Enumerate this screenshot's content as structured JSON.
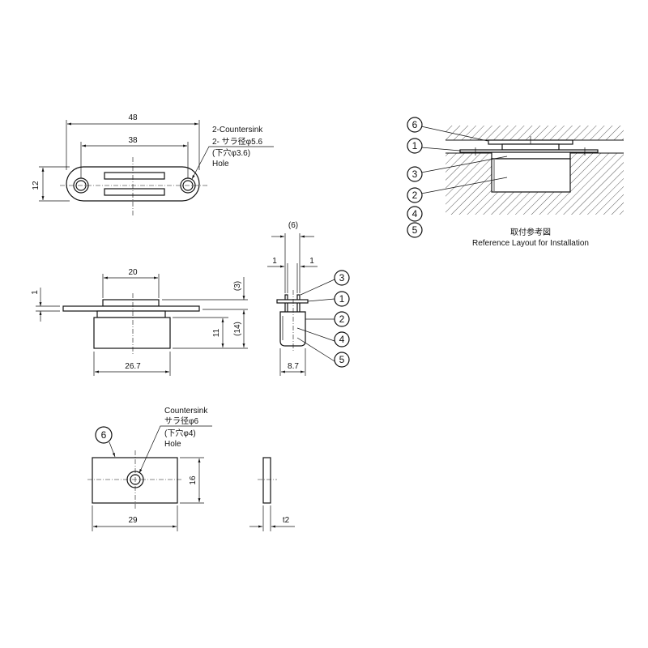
{
  "top_view": {
    "dim_length": "48",
    "dim_hole_pitch": "38",
    "dim_height": "12",
    "callout": [
      "2-Countersink",
      "2- サラ径φ5.6",
      "(下穴φ3.6)",
      "Hole"
    ]
  },
  "side_view": {
    "dim_top_width": "20",
    "dim_plate_thickness": "1",
    "dim_body_width": "26.7",
    "dim_body_height": "11",
    "dim_top_height": "(3)",
    "dim_total_height": "(14)"
  },
  "end_view": {
    "dim_pin_span": "(6)",
    "dim_pin_left": "1",
    "dim_pin_right": "1",
    "dim_width": "8.7",
    "balloons": [
      "3",
      "1",
      "2",
      "4",
      "5"
    ]
  },
  "strike_plate": {
    "balloon": "6",
    "callout": [
      "Countersink",
      "サラ径φ6",
      "(下穴φ4)",
      "Hole"
    ],
    "dim_height": "16",
    "dim_width": "29",
    "dim_thickness": "t2"
  },
  "reference_layout": {
    "balloons": [
      "6",
      "1",
      "3",
      "2",
      "4",
      "5"
    ],
    "title_jp": "取付参考図",
    "title_en": "Reference Layout for Installation"
  }
}
